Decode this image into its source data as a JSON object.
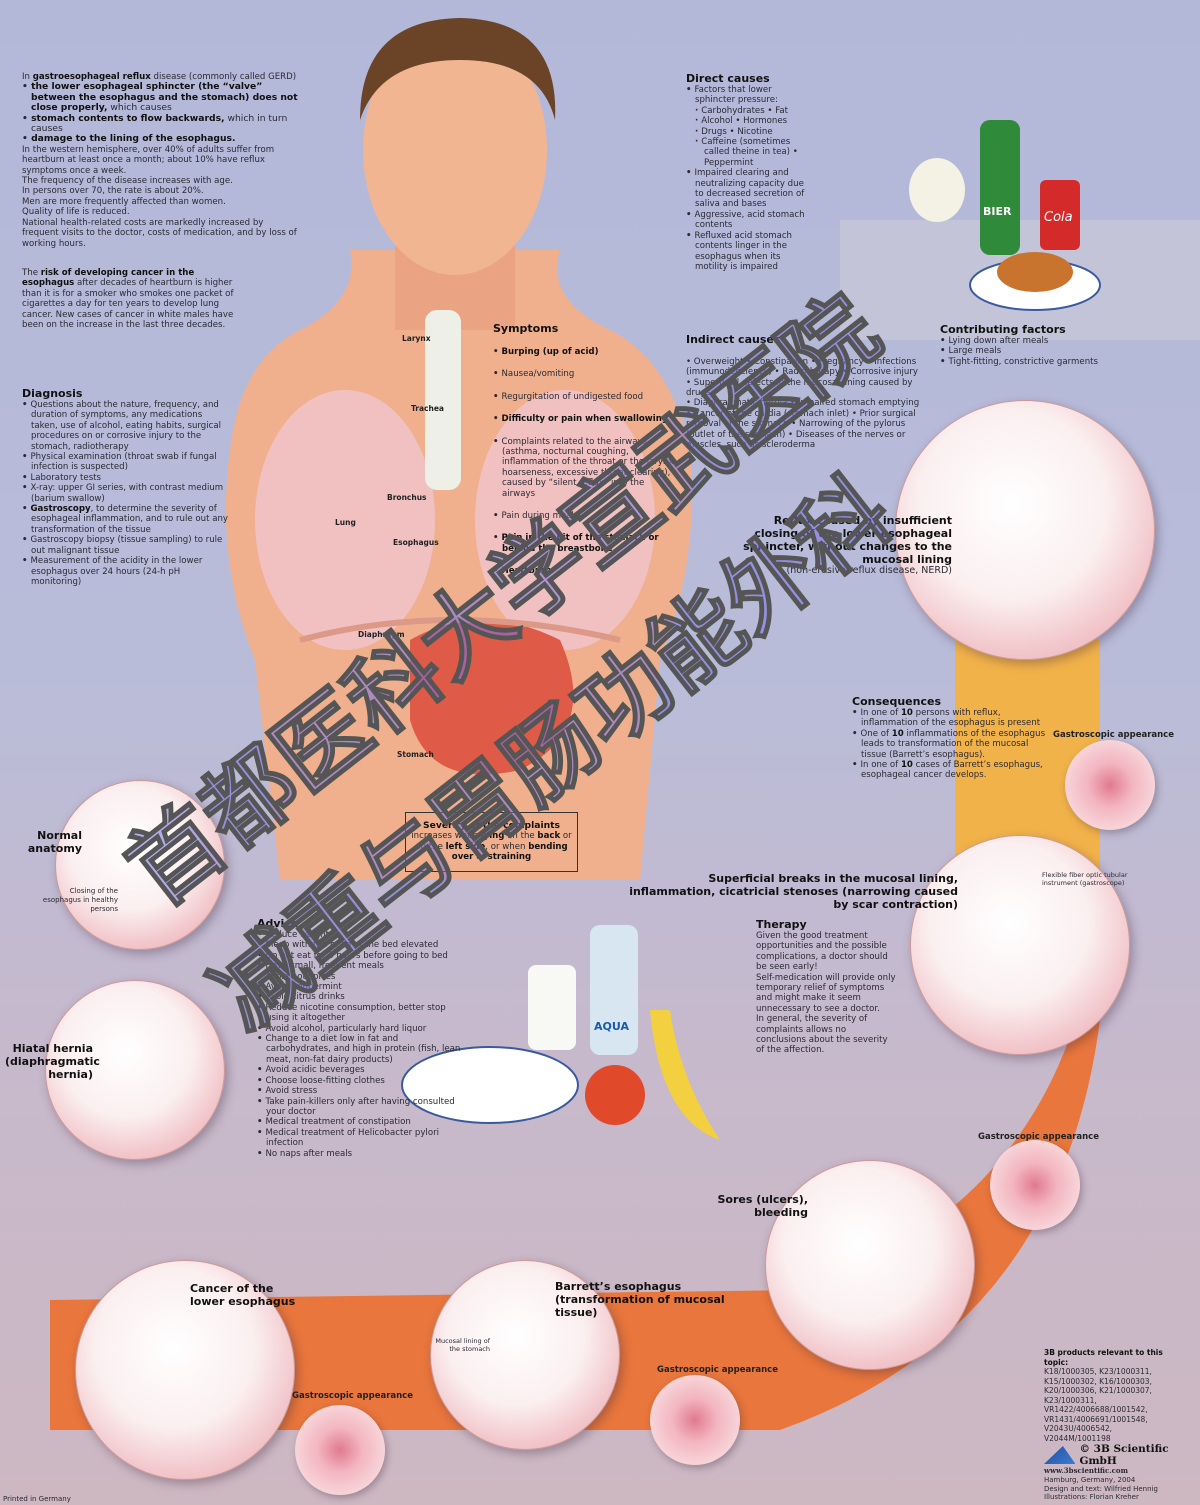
{
  "intro": {
    "lines": [
      [
        {
          "text": "In "
        },
        {
          "text": "gastroesophageal reflux",
          "bold": true
        },
        {
          "text": " disease (commonly called GERD)"
        }
      ]
    ],
    "bullets": [
      [
        {
          "text": "the lower esophageal sphincter (the “valve” between the esophagus and the stomach) does not close properly,",
          "bold": true
        },
        {
          "text": " which causes"
        }
      ],
      [
        {
          "text": "stomach contents to flow backwards,",
          "bold": true
        },
        {
          "text": " which in turn causes"
        }
      ],
      [
        {
          "text": "damage to the lining of the esophagus.",
          "bold": true
        }
      ]
    ],
    "paragraphs": [
      "In the western hemisphere, over 40% of adults suffer from heartburn at least once a month; about 10% have reflux symptoms once a week.",
      "The frequency of the disease increases with age.",
      "In persons over 70, the rate is about 20%.",
      "Men are more frequently affected than women.",
      "Quality of life is reduced.",
      "National health-related costs are markedly increased by frequent visits to the doctor, costs of medication, and by loss of working hours."
    ]
  },
  "risk": [
    {
      "text": "The "
    },
    {
      "text": "risk of developing cancer in the esophagus",
      "bold": true
    },
    {
      "text": " after decades of heartburn is higher than it is for a smoker who smokes one packet of cigarettes a day for ten years to develop lung cancer. New cases of cancer in white males have been on the increase in the last three decades."
    }
  ],
  "diagnosis": {
    "title": "Diagnosis",
    "items": [
      "Questions about the nature, frequency, and duration of symptoms, any medications taken, use of alcohol, eating habits, surgical procedures on or corrosive injury to the stomach, radiotherapy",
      "Physical examination (throat swab if fungal infection is suspected)",
      "Laboratory tests",
      "X-ray: upper GI series, with contrast medium (barium swallow)",
      [
        {
          "text": "Gastroscopy",
          "bold": true
        },
        {
          "text": ", to determine the severity of esophageal inflammation, and to rule out any transformation of the tissue"
        }
      ],
      "Gastroscopy biopsy (tissue sampling) to rule out malignant tissue",
      "Measurement of the acidity in the lower esophagus over 24 hours (24-h pH monitoring)"
    ]
  },
  "symptoms": {
    "title": "Symptoms",
    "items": [
      [
        {
          "text": "Burping (up of acid)",
          "bold": true
        }
      ],
      "Nausea/vomiting",
      "Regurgitation of undigested food",
      [
        {
          "text": "Difficulty or pain when swallowing",
          "bold": true
        }
      ],
      "Complaints related to the airways (asthma, nocturnal coughing, inflammation of the throat or the larynx, hoarseness, excessive throat clearing), caused by “silent reflux” into the airways",
      "Pain during meals",
      [
        {
          "text": "Pain in the pit of the stomach or behind the breastbone",
          "bold": true
        }
      ],
      [
        {
          "text": "Heartburn",
          "bold": true
        }
      ]
    ]
  },
  "anatomy_labels": {
    "larynx": "Larynx",
    "trachea": "Trachea",
    "bronchus": "Bronchus",
    "lung": "Lung",
    "esophagus": "Esophagus",
    "diaphragm": "Diaphragm",
    "stomach": "Stomach"
  },
  "direct_causes": {
    "title": "Direct causes",
    "intro": "Factors that lower sphincter pressure:",
    "sub": [
      "Carbohydrates • Fat",
      "Alcohol • Hormones",
      "Drugs • Nicotine",
      "Caffeine (sometimes called theine in tea) • Peppermint"
    ],
    "items": [
      "Impaired clearing and neutralizing capacity due to decreased secretion of saliva and bases",
      "Aggressive, acid stomach contents",
      "Refluxed acid stomach contents linger in the esophagus when its motility is impaired"
    ]
  },
  "indirect_causes": {
    "title": "Indirect causes",
    "text": "• Overweight • Constipation • Pregnancy • Infections (immunodeficiency) • Radiotherapy • Corrosive injury\n• Superficial defects in the mucosal lining caused by drugs\n• Diaphragmatic hernia • Impaired stomach emptying\n• Cancer of the cardia (stomach inlet) • Prior surgical removal of the stomach • Narrowing of the pylorus (outlet of the stomach) • Diseases of the nerves or muscles, such as scleroderma"
  },
  "contributing": {
    "title": "Contributing factors",
    "items": [
      "Lying down after meals",
      "Large meals",
      "Tight-fitting, constrictive garments"
    ]
  },
  "reflux_caption": {
    "title": "Reflux caused by insufficient closing of the lower esophageal sphincter, without changes to the mucosal lining",
    "sub": "(non-erosive reflux disease, NERD)"
  },
  "consequences": {
    "title": "Consequences",
    "items": [
      [
        {
          "text": "In one of "
        },
        {
          "text": "10",
          "bold": true
        },
        {
          "text": " persons with reflux, inflammation of the esophagus is present"
        }
      ],
      [
        {
          "text": "One of "
        },
        {
          "text": "10",
          "bold": true
        },
        {
          "text": " inflammations of the esophagus leads to transformation of the mucosal tissue (Barrett’s esophagus)."
        }
      ],
      [
        {
          "text": "In one of "
        },
        {
          "text": "10",
          "bold": true
        },
        {
          "text": " cases of Barrett’s esophagus, esophageal cancer develops."
        }
      ]
    ]
  },
  "gastroscopic_label": "Gastroscopic appearance",
  "superficial_caption": "Superficial breaks in the mucosal lining, inflammation, cicatricial stenoses (narrowing caused by scar contraction)",
  "gastroscope_label": "Flexible fiber optic tubular instrument (gastroscope)",
  "therapy": {
    "title": "Therapy",
    "paragraphs": [
      "Given the good treatment opportunities and the possible complications, a doctor should be seen early!",
      "Self-medication will provide only temporary relief of symptoms and might make it seem unnecessary to see a doctor.",
      "In general, the severity of complaints allows no conclusions about the severity of the affection."
    ]
  },
  "normal_anatomy": {
    "title": "Normal anatomy",
    "note": "Closing of the esophagus in healthy persons"
  },
  "hiatal_hernia": "Hiatal hernia (diaphragmatic hernia)",
  "severity": {
    "title": "Severity of the complaints",
    "body": [
      {
        "text": "increases when "
      },
      {
        "text": "lying",
        "bold": true
      },
      {
        "text": " on the "
      },
      {
        "text": "back",
        "bold": true
      },
      {
        "text": " or on the "
      },
      {
        "text": "left side",
        "bold": true
      },
      {
        "text": ", or when "
      },
      {
        "text": "bending over",
        "bold": true
      },
      {
        "text": " or "
      },
      {
        "text": "straining",
        "bold": true
      }
    ]
  },
  "advice": {
    "title": "Advice",
    "items": [
      "Reduce weight",
      "Sleep with the head of the bed elevated",
      "Do not eat for 3 hours before going to bed",
      "Have small, frequent meals",
      "Avoid hot spices",
      "Avoid peppermint",
      "Avoid citrus drinks",
      "Reduce nicotine consumption, better stop using it altogether",
      "Avoid alcohol, particularly hard liquor",
      "Change to a diet low in fat and carbohydrates, and high in protein (fish, lean meat, non-fat dairy products)",
      "Avoid acidic beverages",
      "Choose loose-fitting clothes",
      "Avoid stress",
      "Take pain-killers only after having consulted your doctor",
      "Medical treatment of constipation",
      "Medical treatment of Helicobacter pylori infection",
      "No naps after meals"
    ]
  },
  "sores_caption": "Sores (ulcers), bleeding",
  "cancer_caption": "Cancer of the lower esophagus",
  "barrett_caption": "Barrett’s esophagus (transformation of mucosal tissue)",
  "mucosal_label": "Mucosal lining of the stomach",
  "products": {
    "title": "3B products relevant to this topic:",
    "list": "K18/1000305, K23/1000311, K15/1000302, K16/1000303, K20/1000306, K21/1000307, K23/1000311, VR1422/4006688/1001542, VR1431/4006691/1001548, V2043U/4006542, V2044M/1001198"
  },
  "publisher": {
    "logo_text": "3B",
    "name": "© 3B Scientific GmbH",
    "url": "www.3bscientific.com",
    "place": "Hamburg, Germany, 2004",
    "design": "Design and text: Wilfried Hennig",
    "illustrations": "Illustrations: Florian Kreher"
  },
  "printed": "Printed in Germany",
  "product_labels": {
    "bottle": "BIER",
    "can": "Cola",
    "water": "AQUA"
  },
  "watermark": [
    "首都医科大学宣武医院",
    "减重与胃肠功能外科"
  ],
  "colors": {
    "background": "#b4b9d8",
    "orange_band": "#e9763c",
    "yellow_band": "#f2b24a",
    "skin": "#f0b08e"
  }
}
